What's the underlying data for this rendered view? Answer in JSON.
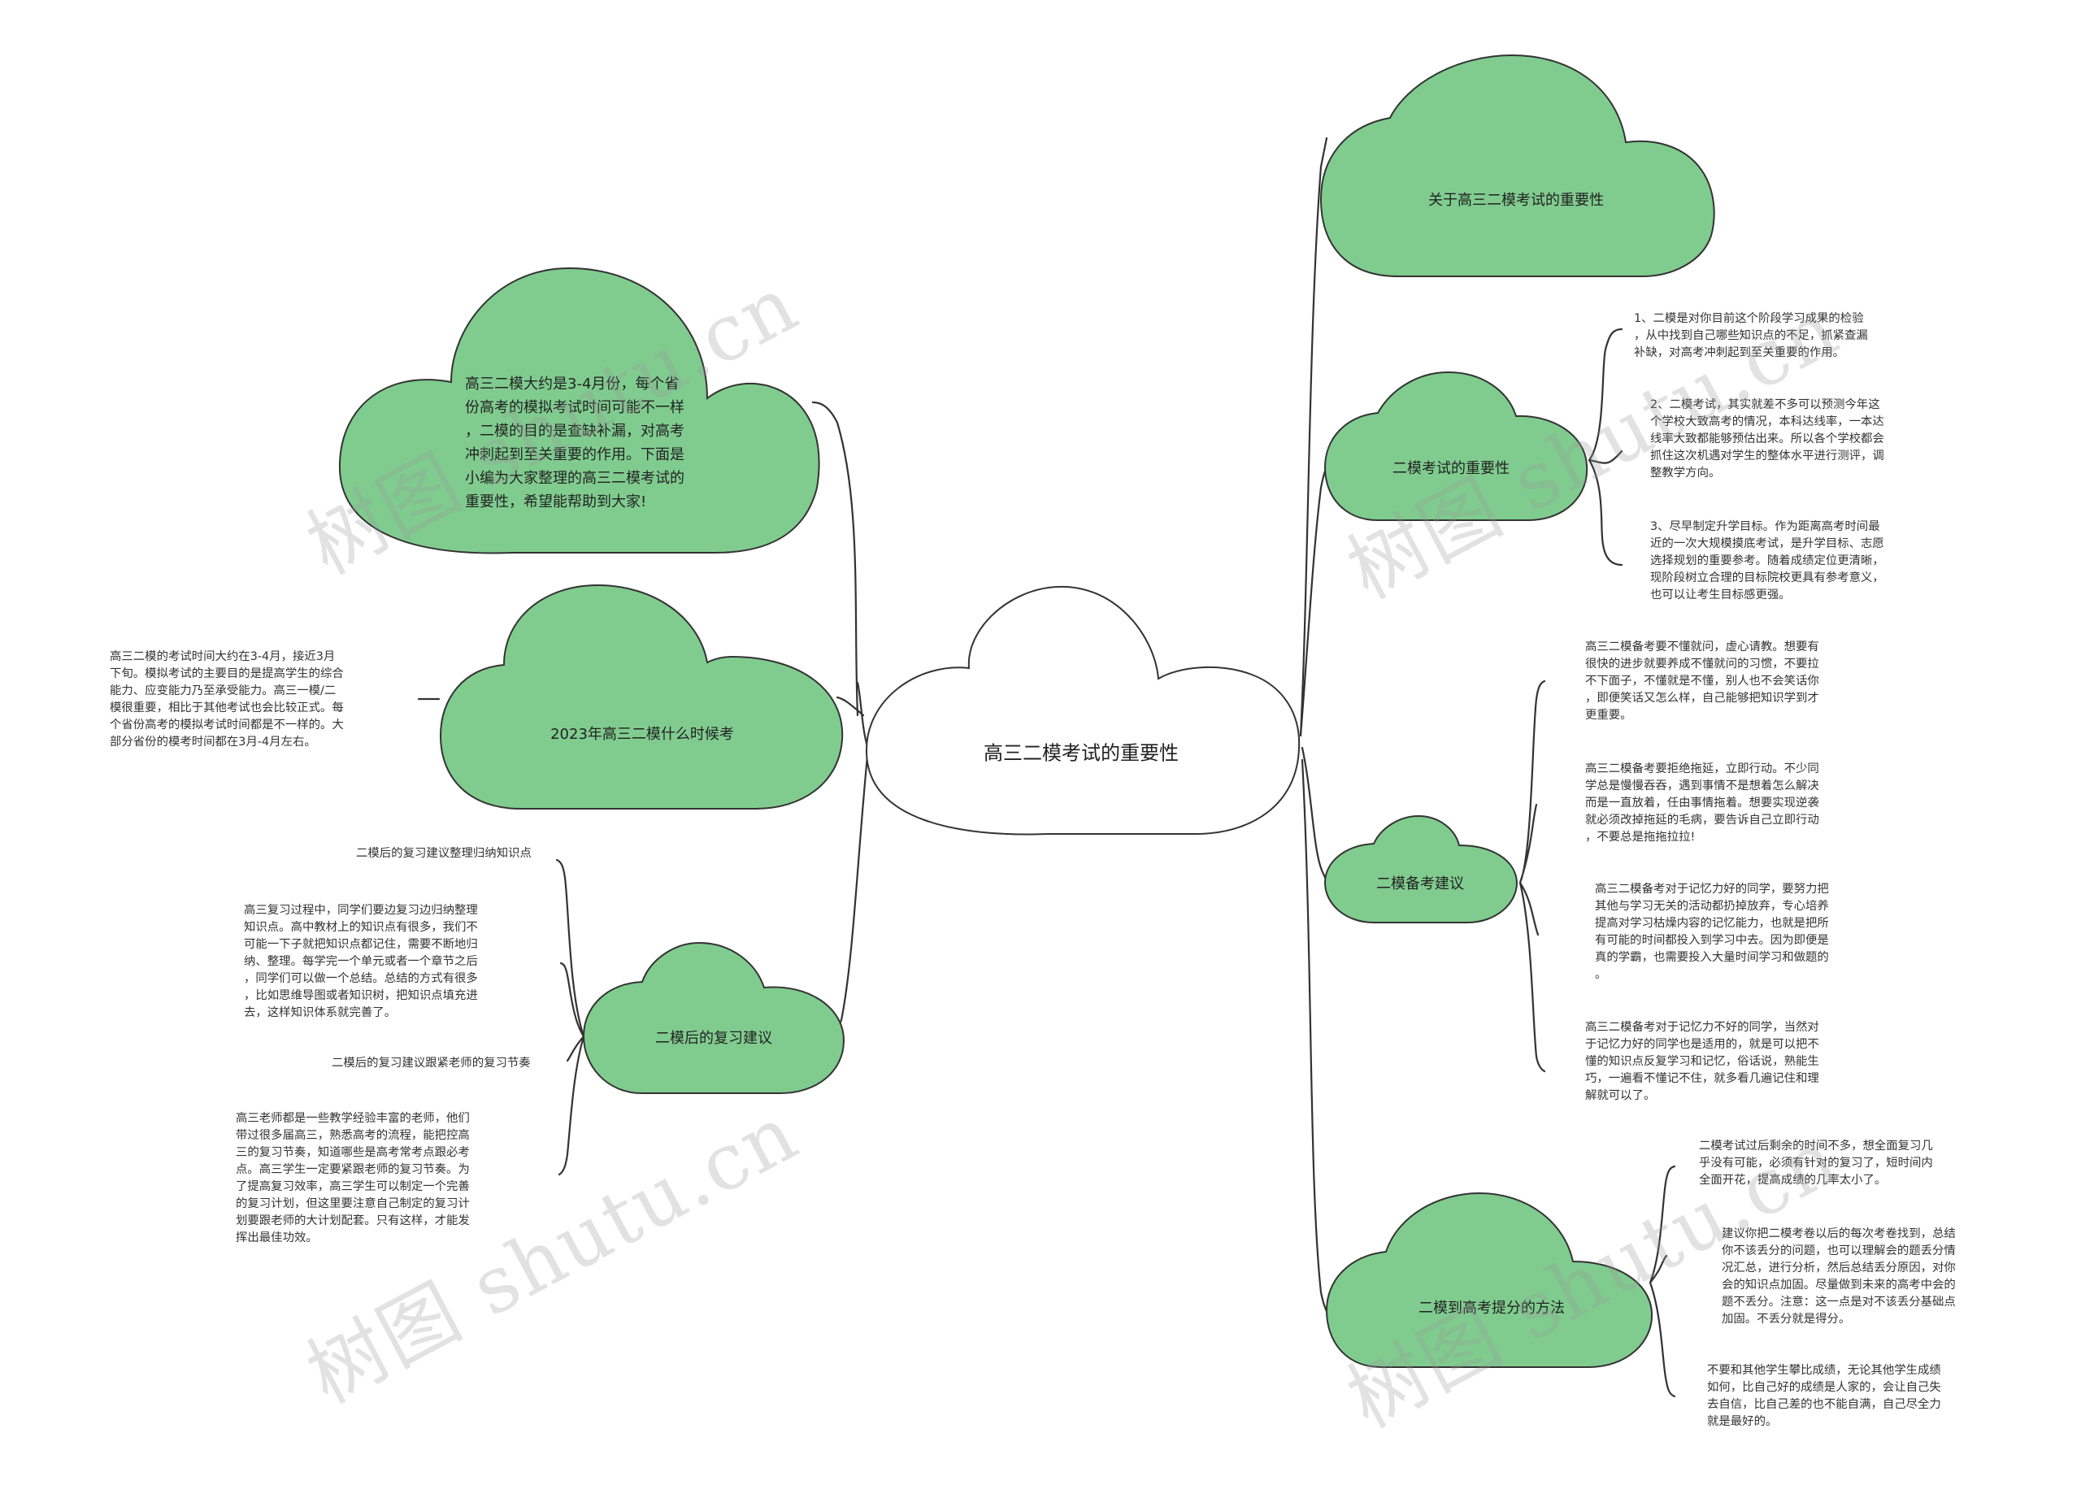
{
  "center": {
    "label": "高三二模考试的重要性"
  },
  "nodes": {
    "intro": {
      "text": "高三二模大约是3-4月份，每个省\n份高考的模拟考试时间可能不一样\n，二模的目的是查缺补漏，对高考\n冲刺起到至关重要的作用。下面是\n小编为大家整理的高三二模考试的\n重要性，希望能帮助到大家!"
    },
    "when": {
      "label": "2023年高三二模什么时候考",
      "detail": "高三二模的考试时间大约在3-4月，接近3月\n下旬。模拟考试的主要目的是提高学生的综合\n能力、应变能力乃至承受能力。高三一模/二\n模很重要，相比于其他考试也会比较正式。每\n个省份高考的模拟考试时间都是不一样的。大\n部分省份的模考时间都在3月-4月左右。"
    },
    "review": {
      "label": "二模后的复习建议",
      "items": [
        "二模后的复习建议整理归纳知识点",
        "高三复习过程中，同学们要边复习边归纳整理\n知识点。高中教材上的知识点有很多，我们不\n可能一下子就把知识点都记住，需要不断地归\n纳、整理。每学完一个单元或者一个章节之后\n，同学们可以做一个总结。总结的方式有很多\n，比如思维导图或者知识树，把知识点填充进\n去，这样知识体系就完善了。",
        "二模后的复习建议跟紧老师的复习节奏",
        "高三老师都是一些教学经验丰富的老师，他们\n带过很多届高三，熟悉高考的流程，能把控高\n三的复习节奏，知道哪些是高考常考点跟必考\n点。高三学生一定要紧跟老师的复习节奏。为\n了提高复习效率，高三学生可以制定一个完善\n的复习计划，但这里要注意自己制定的复习计\n划要跟老师的大计划配套。只有这样，才能发\n挥出最佳功效。"
      ]
    },
    "about": {
      "label": "关于高三二模考试的重要性"
    },
    "importance": {
      "label": "二模考试的重要性",
      "items": [
        "1、二模是对你目前这个阶段学习成果的检验\n，从中找到自己哪些知识点的不足，抓紧查漏\n补缺，对高考冲刺起到至关重要的作用。",
        "2、二模考试，其实就差不多可以预测今年这\n个学校大致高考的情况，本科达线率，一本达\n线率大致都能够预估出来。所以各个学校都会\n抓住这次机遇对学生的整体水平进行测评，调\n整教学方向。",
        "3、尽早制定升学目标。作为距离高考时间最\n近的一次大规模摸底考试，是升学目标、志愿\n选择规划的重要参考。随着成绩定位更清晰，\n现阶段树立合理的目标院校更具有参考意义，\n也可以让考生目标感更强。"
      ]
    },
    "prep": {
      "label": "二模备考建议",
      "items": [
        "高三二模备考要不懂就问，虚心请教。想要有\n很快的进步就要养成不懂就问的习惯，不要拉\n不下面子，不懂就是不懂，别人也不会笑话你\n，即便笑话又怎么样，自己能够把知识学到才\n更重要。",
        "高三二模备考要拒绝拖延，立即行动。不少同\n学总是慢慢吞吞，遇到事情不是想着怎么解决\n而是一直放着，任由事情拖着。想要实现逆袭\n就必须改掉拖延的毛病，要告诉自己立即行动\n，不要总是拖拖拉拉!",
        "高三二模备考对于记忆力好的同学，要努力把\n其他与学习无关的活动都扔掉放弃，专心培养\n提高对学习枯燥内容的记忆能力，也就是把所\n有可能的时间都投入到学习中去。因为即便是\n真的学霸，也需要投入大量时间学习和做题的\n。",
        "高三二模备考对于记忆力不好的同学，当然对\n于记忆力好的同学也是适用的，就是可以把不\n懂的知识点反复学习和记忆，俗话说，熟能生\n巧，一遍看不懂记不住，就多看几遍记住和理\n解就可以了。"
      ]
    },
    "improve": {
      "label": "二模到高考提分的方法",
      "items": [
        "二模考试过后剩余的时间不多，想全面复习几\n乎没有可能，必须有针对的复习了，短时间内\n全面开花，提高成绩的几率太小了。",
        "建议你把二模考卷以后的每次考卷找到，总结\n你不该丢分的问题，也可以理解会的题丢分情\n况汇总，进行分析，然后总结丢分原因，对你\n会的知识点加固。尽量做到未来的高考中会的\n题不丢分。注意：这一点是对不该丢分基础点\n加固。不丢分就是得分。",
        "不要和其他学生攀比成绩，无论其他学生成绩\n如何，比自己好的成绩是人家的，会让自己失\n去自信，比自己差的也不能自满，自己尽全力\n就是最好的。"
      ]
    }
  },
  "watermark": "树图 shutu.cn",
  "colors": {
    "cloud_fill": "#80cc8f",
    "center_fill": "#ffffff",
    "stroke": "#333333"
  }
}
